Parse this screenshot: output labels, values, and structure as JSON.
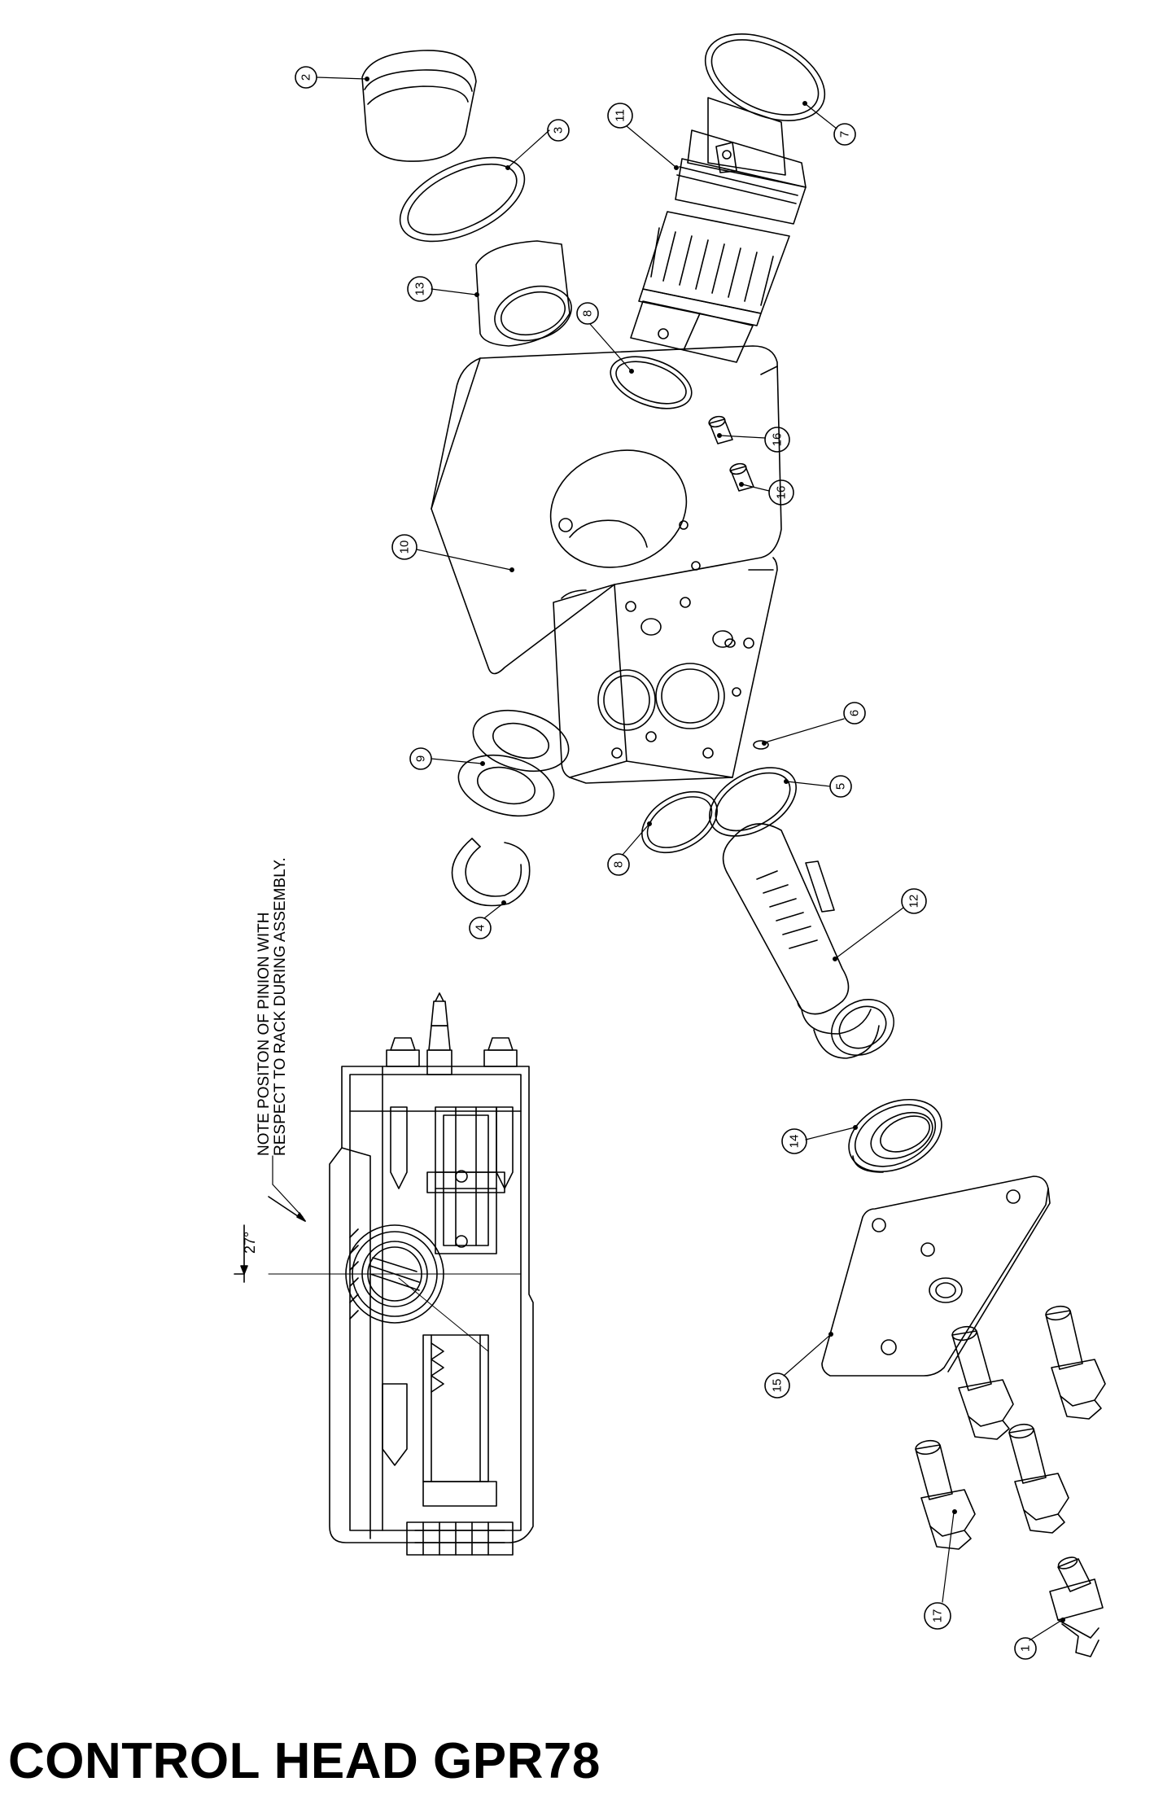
{
  "title": "CONTROL HEAD GPR78",
  "note": {
    "line1": "NOTE POSITON OF PINION WITH",
    "line2": "RESPECT TO RACK DURING ASSEMBLY."
  },
  "angle_label": "27°",
  "callouts": [
    {
      "id": "callout-2",
      "label": "2"
    },
    {
      "id": "callout-3",
      "label": "3"
    },
    {
      "id": "callout-13",
      "label": "13"
    },
    {
      "id": "callout-11",
      "label": "11"
    },
    {
      "id": "callout-7",
      "label": "7"
    },
    {
      "id": "callout-8-top",
      "label": "8"
    },
    {
      "id": "callout-16-a",
      "label": "16"
    },
    {
      "id": "callout-16-b",
      "label": "16"
    },
    {
      "id": "callout-10",
      "label": "10"
    },
    {
      "id": "callout-6",
      "label": "6"
    },
    {
      "id": "callout-9",
      "label": "9"
    },
    {
      "id": "callout-5",
      "label": "5"
    },
    {
      "id": "callout-8-bottom",
      "label": "8"
    },
    {
      "id": "callout-4",
      "label": "4"
    },
    {
      "id": "callout-12",
      "label": "12"
    },
    {
      "id": "callout-14",
      "label": "14"
    },
    {
      "id": "callout-15",
      "label": "15"
    },
    {
      "id": "callout-17",
      "label": "17"
    },
    {
      "id": "callout-1",
      "label": "1"
    }
  ],
  "colors": {
    "line": "#000000",
    "background": "#ffffff"
  }
}
